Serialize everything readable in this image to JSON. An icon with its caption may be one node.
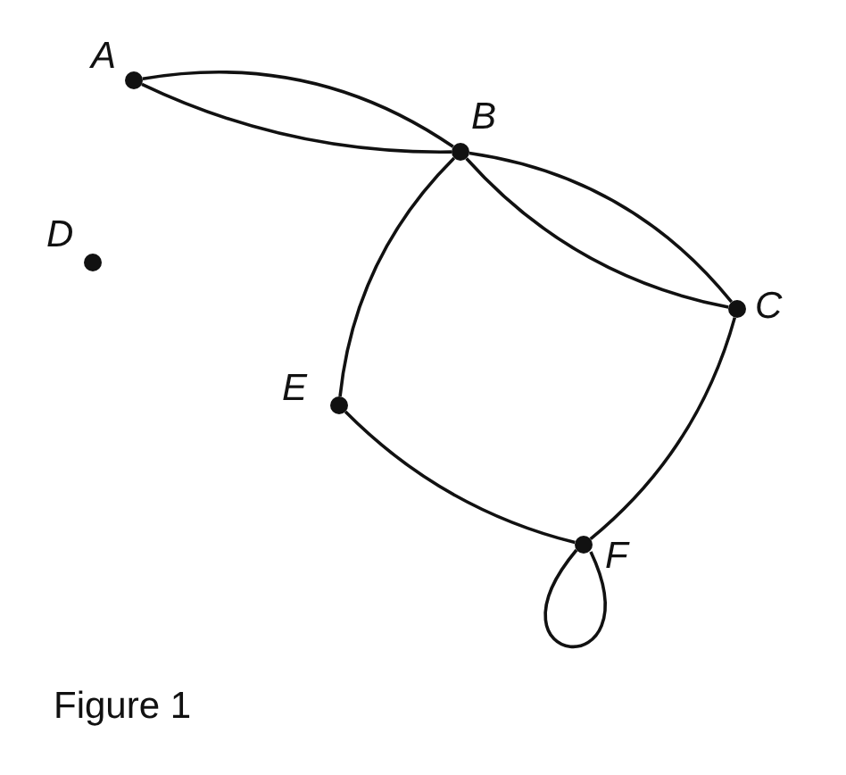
{
  "diagram": {
    "caption": "Figure 1",
    "nodes": [
      {
        "text": [
          "A"
        ]
      },
      {
        "text": [
          "B"
        ]
      },
      {
        "text": [
          "C"
        ]
      },
      {
        "text": [
          "D"
        ]
      },
      {
        "text": [
          "E"
        ]
      },
      {
        "text": [
          "F"
        ]
      }
    ],
    "edges": [
      {
        "from": 0,
        "to": 1,
        "arrow": "none"
      },
      {
        "from": 0,
        "to": 1,
        "arrow": "none"
      },
      {
        "from": 1,
        "to": 2,
        "arrow": "none"
      },
      {
        "from": 1,
        "to": 2,
        "arrow": "none"
      },
      {
        "from": 1,
        "to": 4,
        "arrow": "none"
      },
      {
        "from": 4,
        "to": 5,
        "arrow": "none"
      },
      {
        "from": 2,
        "to": 5,
        "arrow": "none"
      },
      {
        "from": 5,
        "to": 5,
        "arrow": "none"
      }
    ]
  }
}
